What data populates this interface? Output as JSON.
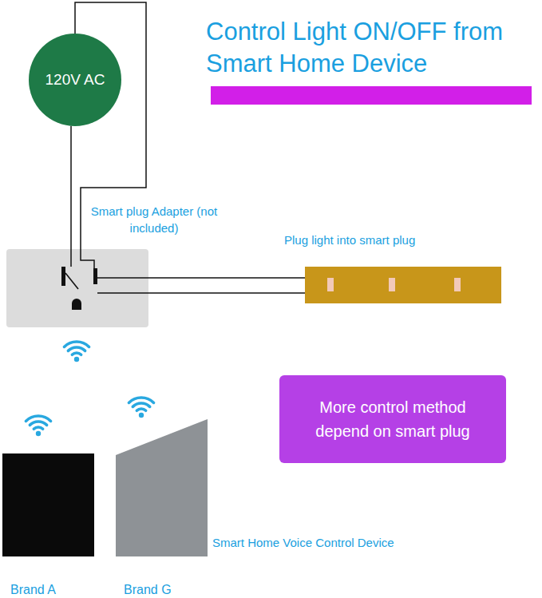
{
  "diagram": {
    "title": "Control Light ON/OFF from Smart Home Device",
    "nodes": [
      {
        "text": [
          "120V AC"
        ]
      },
      {
        "text": [
          "Smart plug Adapter (not included)"
        ]
      },
      {
        "text": [
          "Plug light into smart plug"
        ]
      },
      {
        "text": [
          "More control method depend on smart plug"
        ]
      },
      {
        "text": [
          "Brand A"
        ]
      },
      {
        "text": [
          "Brand G"
        ]
      }
    ],
    "edges": [
      {
        "from": 0,
        "to": 1,
        "arrow": "none"
      },
      {
        "from": 1,
        "to": 2,
        "arrow": "none"
      }
    ],
    "labels": [
      "Smart Home Voice Control Device"
    ]
  }
}
